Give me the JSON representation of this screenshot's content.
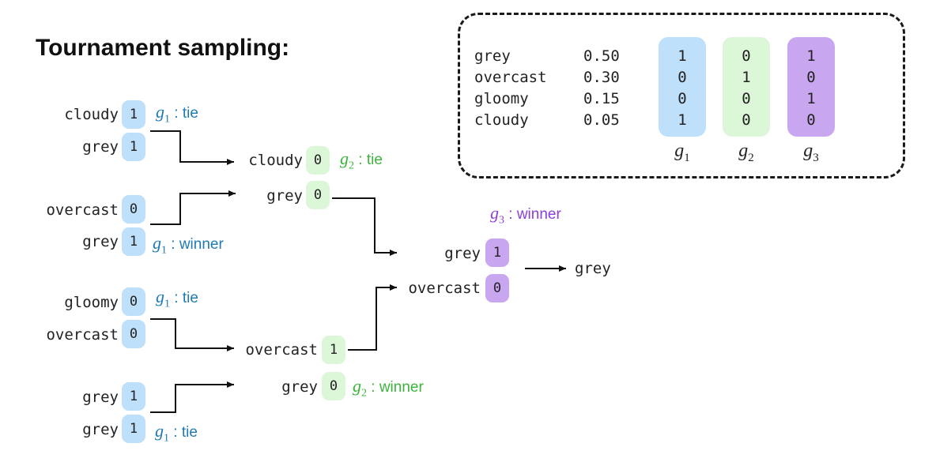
{
  "title": "Tournament sampling:",
  "colors": {
    "g1": "#bfe0fa",
    "g2": "#dcf6d8",
    "g3": "#c9a7f0",
    "g1_text": "#1f7ab3",
    "g2_text": "#3cb43c",
    "g3_text": "#8a3fd8"
  },
  "legend": {
    "rows": [
      {
        "word": "grey",
        "prob": "0.50"
      },
      {
        "word": "overcast",
        "prob": "0.30"
      },
      {
        "word": "gloomy",
        "prob": "0.15"
      },
      {
        "word": "cloudy",
        "prob": "0.05"
      }
    ],
    "columns": [
      {
        "g": "g",
        "sub": "1",
        "values": [
          "1",
          "0",
          "0",
          "1"
        ]
      },
      {
        "g": "g",
        "sub": "2",
        "values": [
          "0",
          "1",
          "0",
          "0"
        ]
      },
      {
        "g": "g",
        "sub": "3",
        "values": [
          "1",
          "0",
          "1",
          "0"
        ]
      }
    ]
  },
  "round1": [
    {
      "top": {
        "word": "cloudy",
        "score": "1"
      },
      "bottom": {
        "word": "grey",
        "score": "1"
      },
      "g": "g",
      "sub": "1",
      "result": " : tie"
    },
    {
      "top": {
        "word": "overcast",
        "score": "0"
      },
      "bottom": {
        "word": "grey",
        "score": "1"
      },
      "g": "g",
      "sub": "1",
      "result": " : winner"
    },
    {
      "top": {
        "word": "gloomy",
        "score": "0"
      },
      "bottom": {
        "word": "overcast",
        "score": "0"
      },
      "g": "g",
      "sub": "1",
      "result": " : tie"
    },
    {
      "top": {
        "word": "grey",
        "score": "1"
      },
      "bottom": {
        "word": "grey",
        "score": "1"
      },
      "g": "g",
      "sub": "1",
      "result": " : tie"
    }
  ],
  "round2": [
    {
      "top": {
        "word": "cloudy",
        "score": "0"
      },
      "bottom": {
        "word": "grey",
        "score": "0"
      },
      "g": "g",
      "sub": "2",
      "result": " : tie"
    },
    {
      "top": {
        "word": "overcast",
        "score": "1"
      },
      "bottom": {
        "word": "grey",
        "score": "0"
      },
      "g": "g",
      "sub": "2",
      "result": " : winner"
    }
  ],
  "round3": {
    "top": {
      "word": "grey",
      "score": "1"
    },
    "bottom": {
      "word": "overcast",
      "score": "0"
    },
    "g": "g",
    "sub": "3",
    "result": " : winner"
  },
  "final": "grey"
}
